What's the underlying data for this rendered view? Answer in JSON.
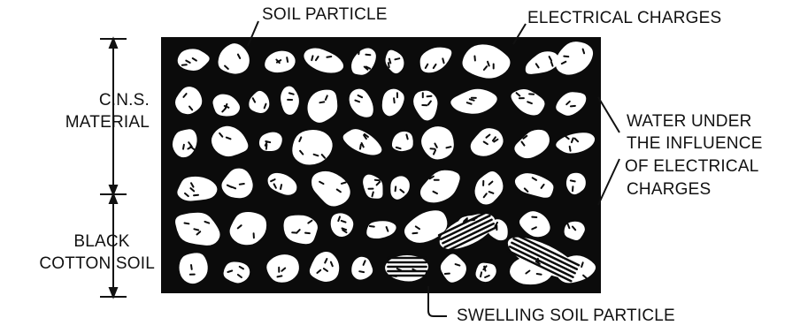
{
  "labels": {
    "soil_particle": "SOIL PARTICLE",
    "electrical_charges": "ELECTRICAL CHARGES",
    "cns_material_line1": "C.N.S.",
    "cns_material_line2": "MATERIAL",
    "black_cotton_soil_line1": "BLACK",
    "black_cotton_soil_line2": "COTTON SOIL",
    "water_line1": "WATER UNDER",
    "water_line2": "THE INFLUENCE",
    "water_line3": "OF ELECTRICAL",
    "water_line4": "CHARGES",
    "swelling_soil_particle": "SWELLING SOIL PARTICLE"
  },
  "colors": {
    "ink": "#111111",
    "matrix": "#0b0b0b",
    "particle": "#ffffff"
  }
}
